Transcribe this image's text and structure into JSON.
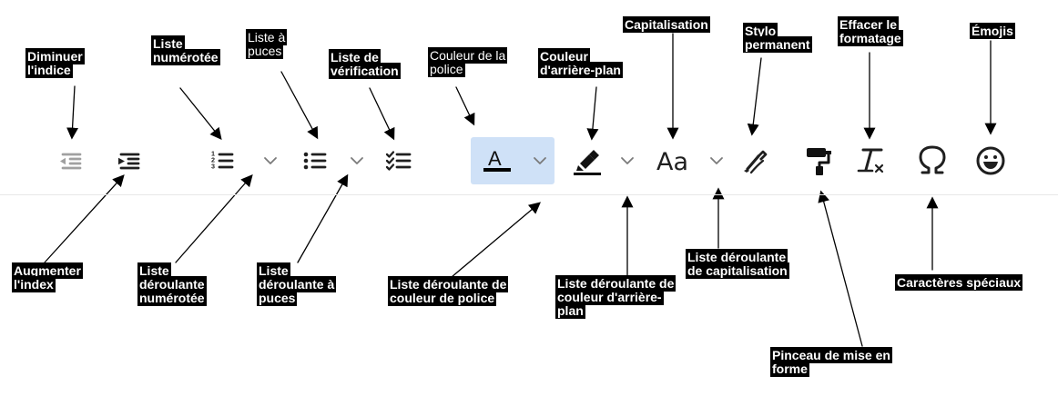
{
  "callouts": {
    "decrease_indent": "Diminuer l'indice",
    "increase_indent": "Augmenter l'index",
    "numbered_list": "Liste numérotée",
    "numbered_list_dropdown": "Liste déroulante numérotée",
    "bulleted_list": "Liste à puces",
    "bulleted_list_dropdown": "Liste déroulante à puces",
    "checklist": "Liste de vérification",
    "font_color": "Couleur de la police",
    "font_color_dropdown": "Liste déroulante de couleur de police",
    "background_color": "Couleur d'arrière-plan",
    "background_color_dropdown": "Liste déroulante de couleur d'arrière-plan",
    "capitalization": "Capitalisation",
    "capitalization_dropdown": "Liste déroulante de capitalisation",
    "permanent_pen": "Stylo permanent",
    "format_painter": "Pinceau de mise en forme",
    "clear_formatting": "Effacer le formatage",
    "special_characters": "Caractères spéciaux",
    "emojis": "Émojis"
  },
  "toolbar": {
    "font_color_glyph": "A",
    "capitalization_glyph": "Aa",
    "active_tool": "font-color",
    "colors": {
      "active_background": "#cfe1f7",
      "icon": "#1f1f1f",
      "disabled_icon": "#9e9e9e",
      "chevron": "#7a7a7a",
      "label_background": "#000000",
      "label_text": "#ffffff"
    }
  },
  "icons": {
    "decrease_indent": "decrease-indent-icon",
    "increase_indent": "increase-indent-icon",
    "numbered_list": "numbered-list-icon",
    "bulleted_list": "bulleted-list-icon",
    "checklist": "checklist-icon",
    "font_color": "font-color-icon",
    "background_color": "highlighter-icon",
    "capitalization": "capitalization-icon",
    "permanent_pen": "pen-icon",
    "format_painter": "paint-roller-icon",
    "clear_formatting": "clear-formatting-icon",
    "special_characters": "omega-icon",
    "emojis": "smiley-icon",
    "dropdown": "chevron-down-icon"
  }
}
